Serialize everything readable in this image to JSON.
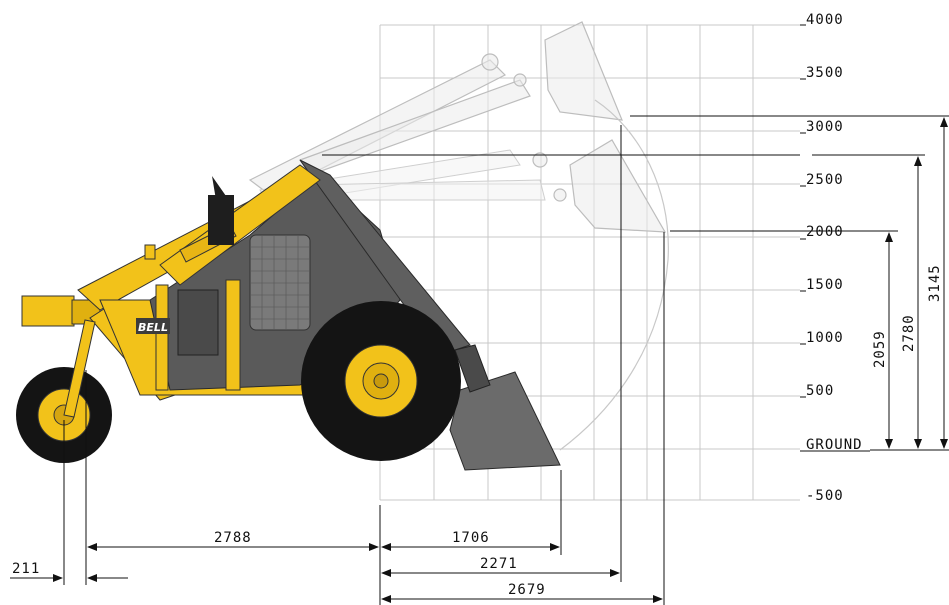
{
  "height_scale": {
    "ticks": [
      "4000",
      "3500",
      "3000",
      "2500",
      "2000",
      "1500",
      "1000",
      "500",
      "GROUND",
      "-500"
    ]
  },
  "vertical_dimensions": {
    "lift_a": "2059",
    "lift_b": "2780",
    "lift_c": "3145"
  },
  "horizontal_dimensions": {
    "rear_offset": "211",
    "wheelbase": "2788",
    "reach_a": "1706",
    "reach_b": "2271",
    "reach_c": "2679"
  },
  "branding": {
    "logo_text": "BELL"
  },
  "colors": {
    "machine_yellow": "#f2c21a",
    "machine_dark": "#5a5a5a",
    "tyre": "#141414",
    "grid": "#c8c8c8"
  }
}
